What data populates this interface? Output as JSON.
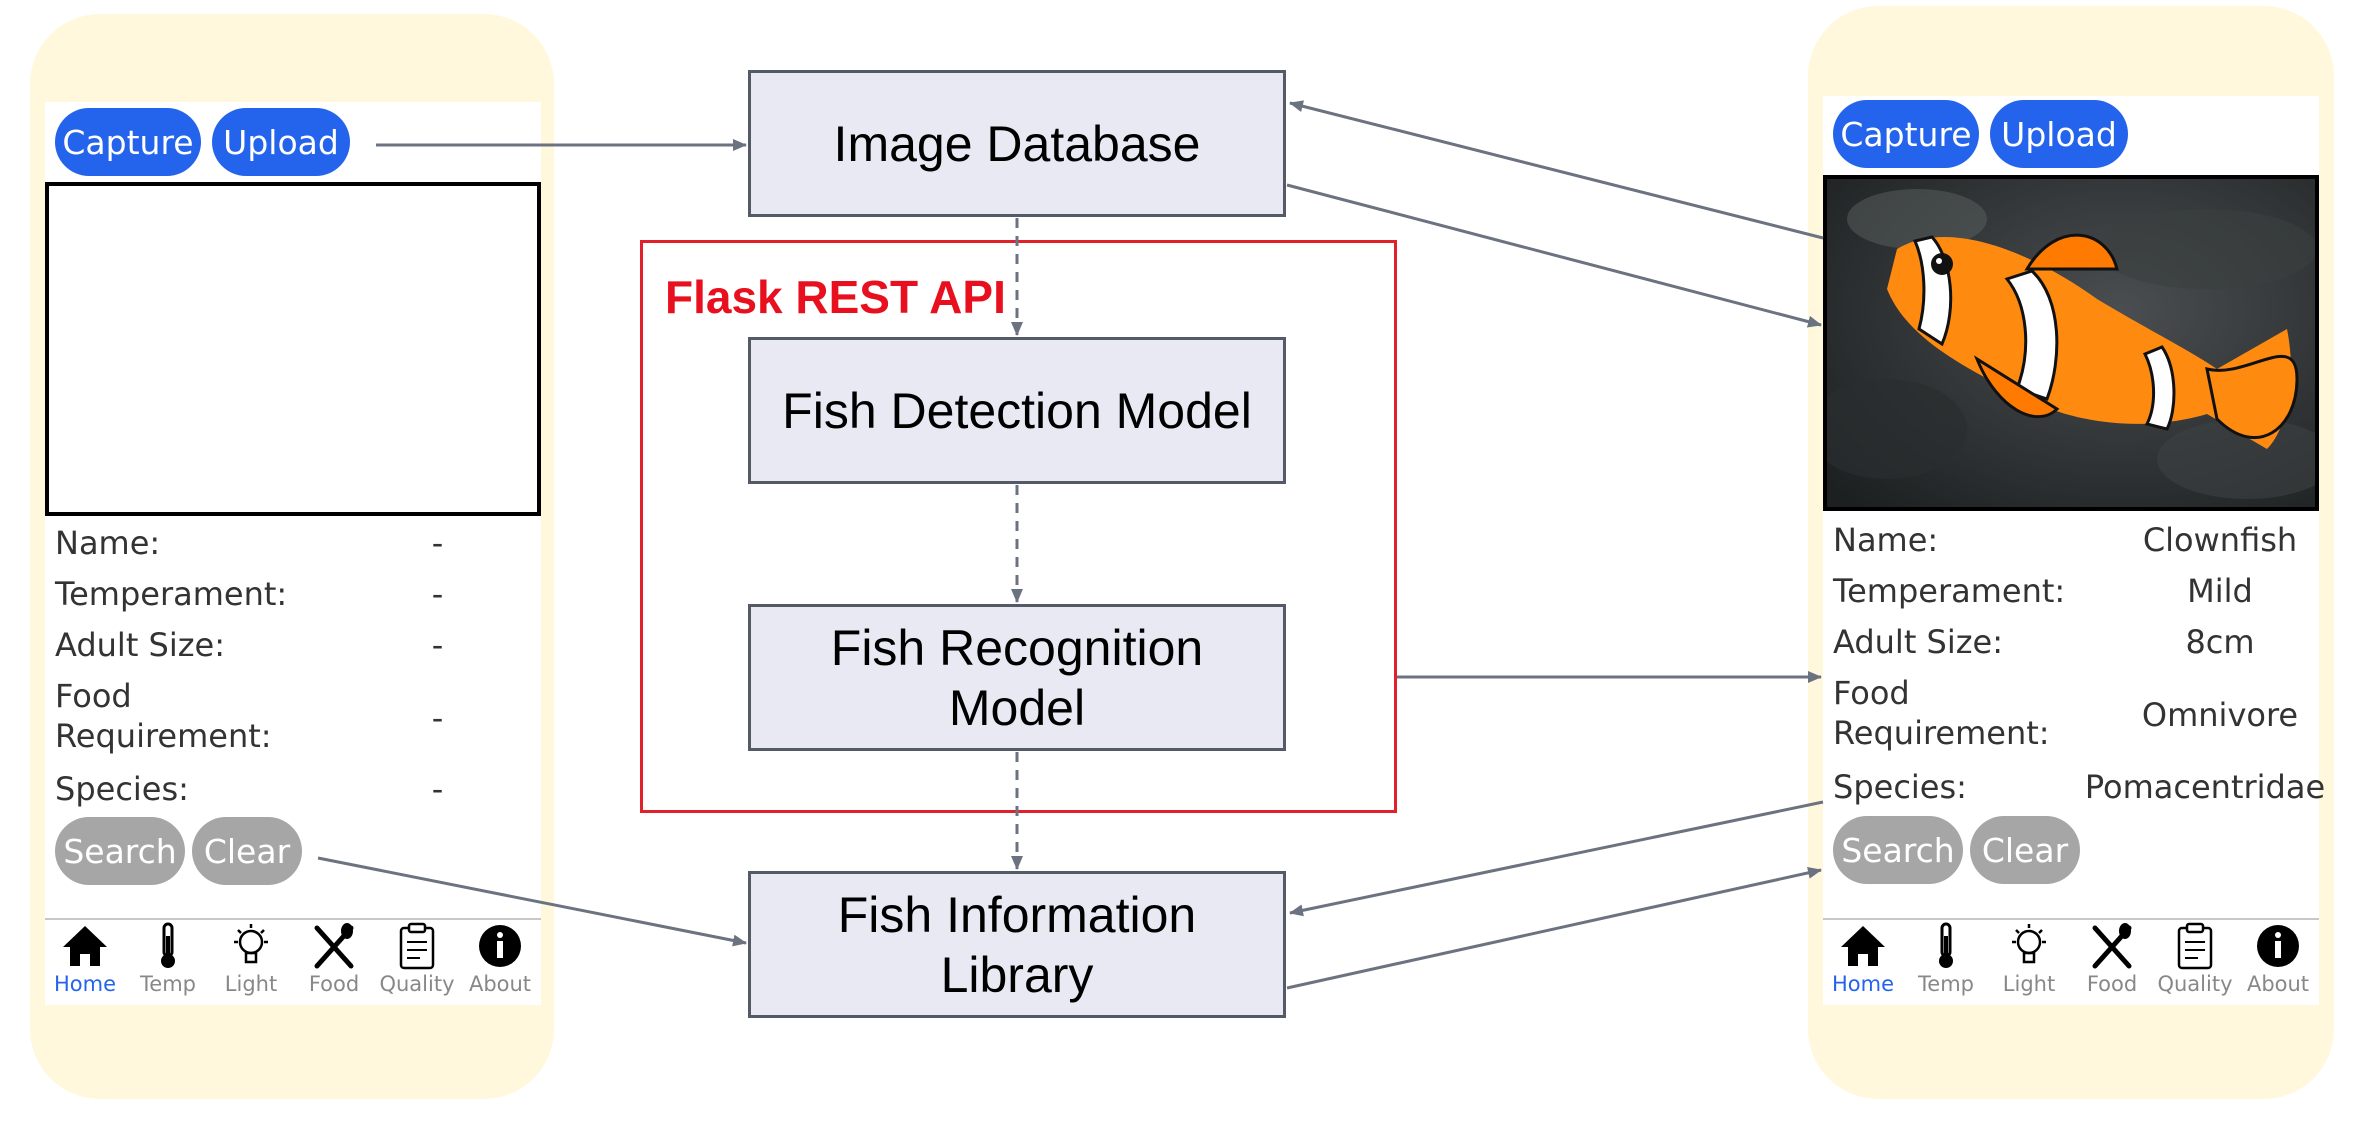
{
  "left_phone": {
    "buttons": {
      "capture": "Capture",
      "upload": "Upload",
      "search": "Search",
      "clear": "Clear"
    },
    "fields": [
      {
        "label": "Name:",
        "value": "-"
      },
      {
        "label": "Temperament:",
        "value": "-"
      },
      {
        "label": "Adult Size:",
        "value": "-"
      },
      {
        "label": "Food Requirement:",
        "value": "-"
      },
      {
        "label": "Species:",
        "value": "-"
      }
    ],
    "nav": [
      "Home",
      "Temp",
      "Light",
      "Food",
      "Quality",
      "About"
    ]
  },
  "right_phone": {
    "buttons": {
      "capture": "Capture",
      "upload": "Upload",
      "search": "Search",
      "clear": "Clear"
    },
    "fields": [
      {
        "label": "Name:",
        "value": "Clownfish"
      },
      {
        "label": "Temperament:",
        "value": "Mild"
      },
      {
        "label": "Adult Size:",
        "value": "8cm"
      },
      {
        "label": "Food Requirement:",
        "value": "Omnivore"
      },
      {
        "label": "Species:",
        "value": "Pomacentridae"
      }
    ],
    "nav": [
      "Home",
      "Temp",
      "Light",
      "Food",
      "Quality",
      "About"
    ]
  },
  "diagram": {
    "image_database": "Image Database",
    "api_title": "Flask REST API",
    "fish_detection": "Fish Detection Model",
    "fish_recognition": "Fish Recognition Model",
    "fish_library": "Fish Information Library"
  },
  "colors": {
    "phone_background": "#fff8dc",
    "primary_button": "#2463eb",
    "secondary_button": "#a6a6a6",
    "box_fill": "#e8e9f3",
    "api_border": "#e0202a",
    "arrow": "#6b7280"
  },
  "icons": [
    "home-icon",
    "thermometer-icon",
    "lightbulb-icon",
    "utensils-icon",
    "clipboard-icon",
    "info-icon"
  ]
}
